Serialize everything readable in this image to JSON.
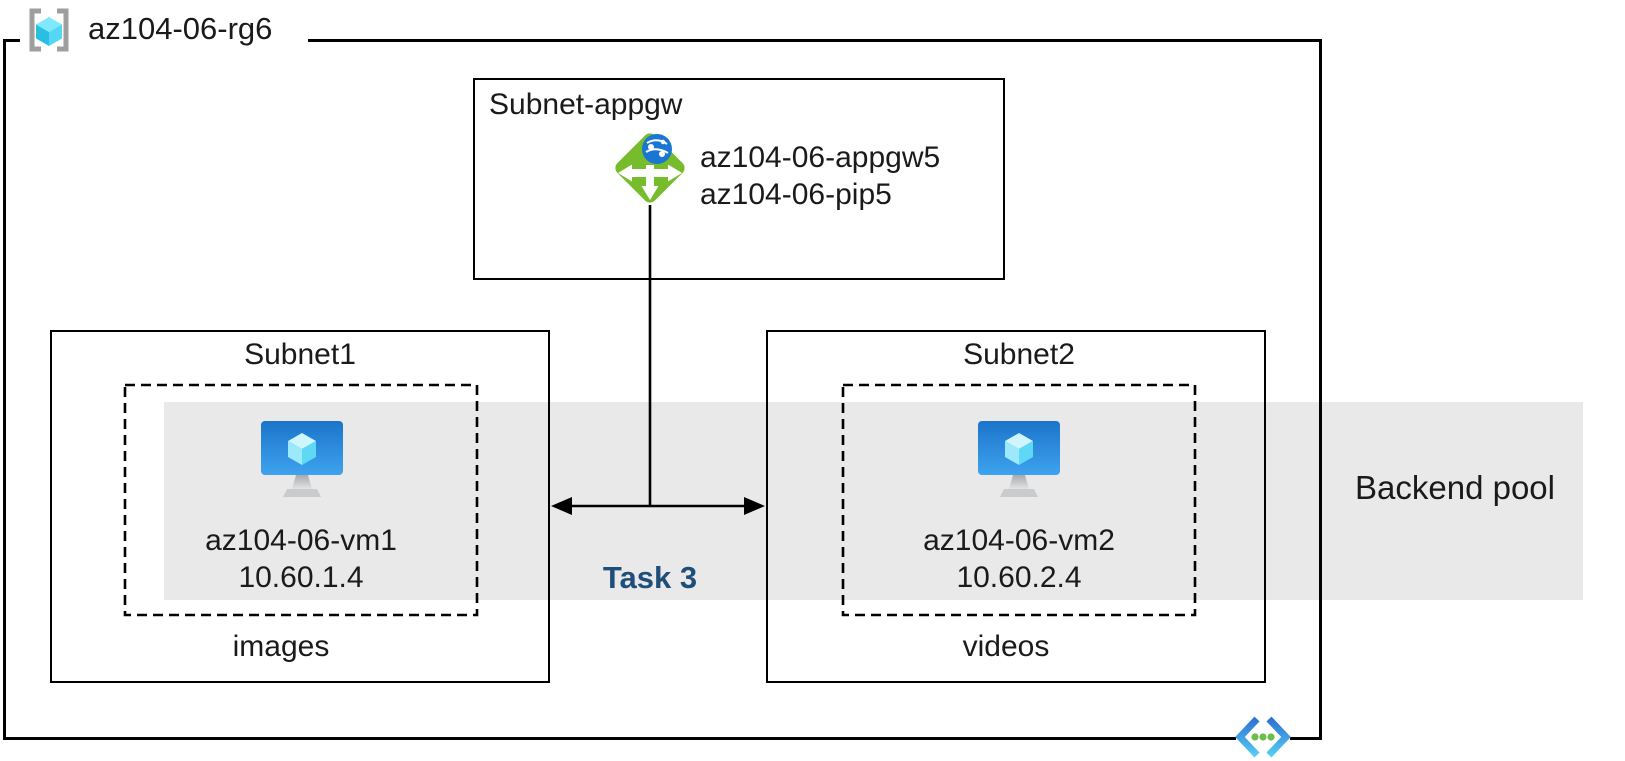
{
  "resource_group": {
    "name": "az104-06-rg6"
  },
  "gateway_subnet": {
    "name": "Subnet-appgw",
    "appgw_name": "az104-06-appgw5",
    "pip_name": "az104-06-pip5"
  },
  "subnet1": {
    "name": "Subnet1",
    "vm_name": "az104-06-vm1",
    "vm_ip": "10.60.1.4",
    "caption": "images"
  },
  "subnet2": {
    "name": "Subnet2",
    "vm_name": "az104-06-vm2",
    "vm_ip": "10.60.2.4",
    "caption": "videos"
  },
  "task": {
    "label": "Task 3"
  },
  "backend_pool": {
    "label": "Backend pool"
  },
  "colors": {
    "band-bg": "#e9e9e9",
    "task-text": "#1f4e79",
    "text": "#1a1a1a",
    "line": "#000000",
    "appgw-green": "#76bc2d",
    "globe-blue": "#1976d2",
    "vm-screen-top": "#1b74c9",
    "vm-screen-bottom": "#3ea3ee",
    "cube-top": "#cff6ff",
    "cube-left": "#9be9fb",
    "cube-right": "#5fd8f5",
    "rg-bracket-gray": "#9e9e9e",
    "vnet-blue": "#2e72d2",
    "vnet-cyan": "#54ccf2",
    "vnet-dot-green": "#6bbe49"
  },
  "icons": {
    "resource-group-icon": "gray brackets with cyan cube",
    "application-gateway-icon": "green diamond with white arrows and blue globe",
    "virtual-machine-icon": "blue monitor with cyan cube",
    "virtual-network-icon": "blue chevrons with three green dots"
  }
}
